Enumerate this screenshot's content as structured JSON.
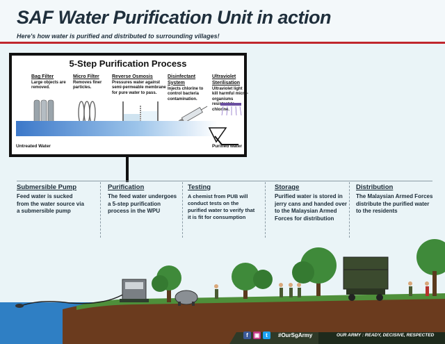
{
  "header": {
    "title": "SAF Water Purification Unit in action",
    "subtitle": "Here's how water is purified and distributed to surrounding villages!"
  },
  "process": {
    "title": "5-Step Purification Process",
    "steps": [
      {
        "title": "Bag Filter",
        "desc": "Large objects are removed.",
        "icon": "bag-filter-icon"
      },
      {
        "title": "Micro Filter",
        "desc": "Removes finer particles.",
        "icon": "micro-filter-icon"
      },
      {
        "title": "Reverse Osmosis",
        "desc": "Pressures water against semi-permeable membrane for pure water to pass.",
        "icon": "reverse-osmosis-icon"
      },
      {
        "title": "Disinfectant System",
        "desc": "Injects chlorine to control bacteria contamination.",
        "icon": "syringe-icon"
      },
      {
        "title": "Ultraviolet Sterilisation",
        "desc": "Ultraviolet light kill harmful micro-organisms resistant to chlorine.",
        "icon": "uv-lamp-icon"
      }
    ],
    "untreated_label": "Untreated Water",
    "purified_label": "Purified water"
  },
  "stages": [
    {
      "name": "Submersible Pump",
      "desc": "Feed water is sucked from the water source via a submersible pump"
    },
    {
      "name": "Purification",
      "desc": "The feed water undergoes a 5-step purification process in the WPU"
    },
    {
      "name": "Testing",
      "desc": "A chemist from PUB will conduct tests on the purified water to verify that it is fit for consumption"
    },
    {
      "name": "Storage",
      "desc": "Purified water is stored in jerry cans and handed over to the Malaysian Armed Forces for distribution"
    },
    {
      "name": "Distribution",
      "desc": "The Malaysian Armed Forces distribute the purified water to the residents"
    }
  ],
  "footer": {
    "hashtag": "#OurSgArmy",
    "motto": "OUR ARMY : READY, DECISIVE, RESPECTED",
    "social": [
      "f",
      "▣",
      "t"
    ]
  },
  "colors": {
    "accent_red": "#c0272d",
    "water_blue": "#2f7fc4",
    "ground_brown": "#6b3b1e",
    "tree_green": "#3f8a3a"
  }
}
